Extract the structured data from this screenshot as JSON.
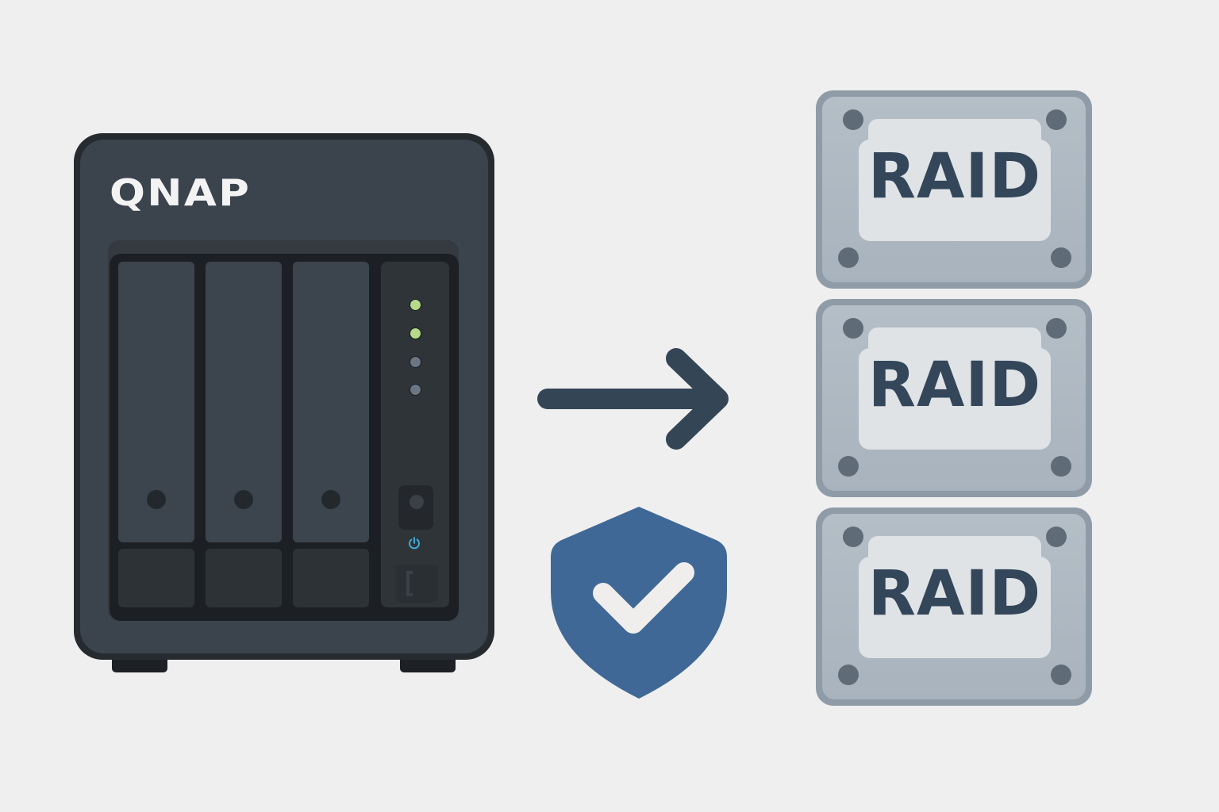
{
  "diagram": {
    "title": "QNAP NAS to RAID protection",
    "nas": {
      "brand": "QNAP",
      "drive_bays": 3,
      "status_leds": [
        {
          "name": "status-led-1",
          "state": "on",
          "color": "#b7d98a"
        },
        {
          "name": "status-led-2",
          "state": "on",
          "color": "#b7d98a"
        },
        {
          "name": "status-led-3",
          "state": "off",
          "color": "#6a7682"
        },
        {
          "name": "status-led-4",
          "state": "off",
          "color": "#6a7682"
        }
      ],
      "power_indicator_color": "#3fb6e8",
      "colors": {
        "body": "#3b444d",
        "frame": "#1c2024"
      }
    },
    "arrow": {
      "direction": "right",
      "color": "#344656"
    },
    "shield": {
      "icon": "shield-check",
      "color": "#406896",
      "check_color": "#f0eeec"
    },
    "raid_drives": [
      {
        "label": "RAID"
      },
      {
        "label": "RAID"
      },
      {
        "label": "RAID"
      }
    ]
  }
}
